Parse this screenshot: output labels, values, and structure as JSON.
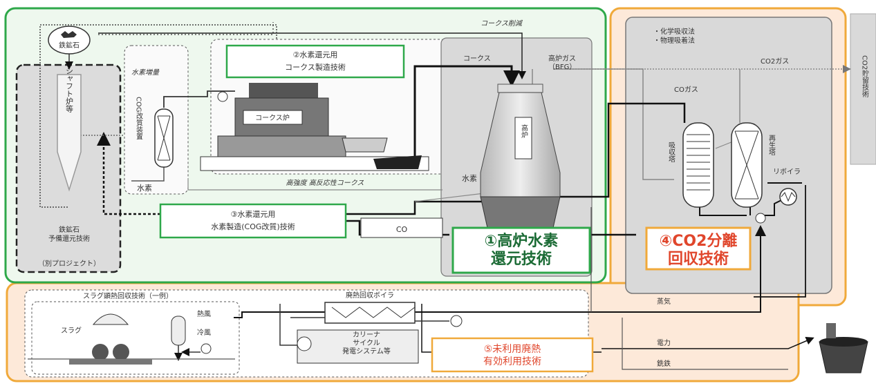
{
  "labels": {
    "iron_ore": "鉄鉱石",
    "shaft_furnace": "シャフト炉等",
    "iron_ore_prereduction": "鉄鉱石\n予備還元技術",
    "separate_project": "（別プロジェクト）",
    "hydrogen_increase": "水素増量",
    "cog_reformer": "COG改質装置",
    "hydrogen_left": "水素",
    "coke_tech_title": "②水素還元用\nコークス製造技術",
    "coke_oven": "コークス炉",
    "high_strength_coke": "高強度 高反応性コークス",
    "coke_reduction": "コークス削減",
    "coke": "コークス",
    "bf_gas": "高炉ガス\n（BFG）",
    "blast_furnace": "高炉",
    "hydrogen_bf": "水素",
    "h2_tech_title": "③水素還元用\n水素製造(COG改質)技術",
    "co": "CO",
    "bf_h2_reduction": "①高炉水素\n還元技術",
    "absorption_methods": "・化学吸収法\n・物理吸着法",
    "co2_gas": "CO2ガス",
    "co_gas": "COガス",
    "absorber": "吸収塔",
    "regenerator": "再生塔",
    "reboiler": "リボイラ",
    "co2_capture_tech": "④CO2分離\n回収技術",
    "co2_storage": "CO2貯留技術",
    "slag_heat_recovery": "スラグ顕熱回収技術（一例）",
    "slag": "スラグ",
    "hot_air": "熱風",
    "cold_air": "冷風",
    "waste_heat_boiler": "廃熱回収ボイラ",
    "kalina_cycle": "カリーナ\nサイクル\n発電システム等",
    "unused_heat_tech": "⑤未利用廃熱\n有効利用技術",
    "steam": "蒸気",
    "electricity": "電力",
    "pig_iron": "銑鉄"
  },
  "colors": {
    "green": "#2ea84a",
    "orange": "#f0a93a",
    "orange_fill": "#fde9d9",
    "gray_fill": "#d9d9d9",
    "red_text": "#e0462c",
    "dark_green_text": "#1b6b35"
  }
}
